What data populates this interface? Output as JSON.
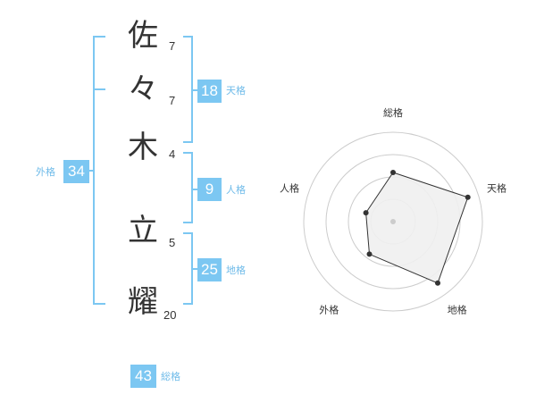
{
  "name": {
    "characters": [
      {
        "char": "佐",
        "strokes": "7"
      },
      {
        "char": "々",
        "strokes": "7"
      },
      {
        "char": "木",
        "strokes": "4"
      },
      {
        "char": "立",
        "strokes": "5"
      },
      {
        "char": "耀",
        "strokes": "20"
      }
    ]
  },
  "scores": {
    "tenkaku": {
      "value": "18",
      "label": "天格"
    },
    "jinkaku": {
      "value": "9",
      "label": "人格"
    },
    "chikaku": {
      "value": "25",
      "label": "地格"
    },
    "gaikaku": {
      "value": "34",
      "label": "外格"
    },
    "soukaku": {
      "value": "43",
      "label": "総格"
    }
  },
  "colors": {
    "accent": "#7cc7f2",
    "label_text": "#6fbbe9",
    "radar_fill": "#f0f0f0",
    "radar_line": "#333333",
    "grid": "#cccccc"
  },
  "chart_data": {
    "type": "radar",
    "axes": [
      "総格",
      "天格",
      "地格",
      "外格",
      "人格"
    ],
    "values": [
      0.55,
      0.88,
      0.85,
      0.45,
      0.32
    ],
    "range": [
      0,
      1
    ],
    "rings": 4
  }
}
